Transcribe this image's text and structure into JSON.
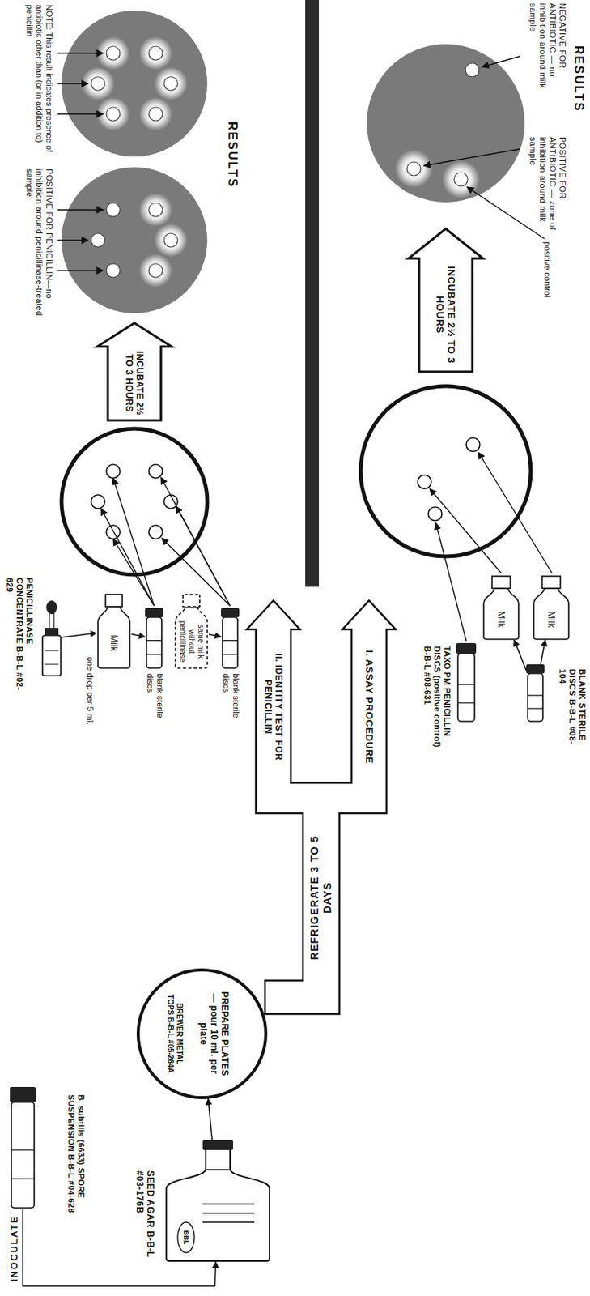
{
  "diagram": {
    "nodes": [
      {
        "text": [
          "INCUBATE 2½ TO 3 HOURS"
        ]
      },
      {
        "text": [
          "INCUBATE 2½ TO 3 HOURS"
        ]
      },
      {
        "text": [
          "Milk"
        ]
      },
      {
        "text": [
          "Milk"
        ]
      },
      {
        "text": [
          "BLANK STERILE DISCS B-B-L #08-104"
        ]
      },
      {
        "text": [
          "TAXO PM PENICILLIN DISCS (positive control) B-B-L #08-631"
        ]
      },
      {
        "text": [
          "REFRIGERATE 3 TO 5 DAYS",
          "I. ASSAY PROCEDURE",
          "II. IDENTITY TEST FOR PENICILLIN"
        ]
      },
      {
        "text": [
          "blank sterile discs"
        ]
      },
      {
        "text": [
          "same milk without penicillinase"
        ]
      },
      {
        "text": [
          "blank sterile discs"
        ]
      },
      {
        "text": [
          "Milk"
        ]
      },
      {
        "text": [
          "PENICILLINASE CONCENTRATE B-B-L #02-629"
        ]
      },
      {
        "text": [
          "PREPARE PLATES — pour 10 ml. per plate",
          "BREWER METAL TOPS B-B-L #05-264A"
        ]
      },
      {
        "text": [
          "SEED AGAR B-B-L #03-176B",
          "BBL"
        ]
      },
      {
        "text": [
          "B. subtilis (6633) SPORE SUSPENSION B-B-L #04-628"
        ]
      }
    ],
    "edges": [
      {
        "from": 4,
        "to": 2,
        "arrow": "to"
      },
      {
        "from": 4,
        "to": 3,
        "arrow": "to"
      },
      {
        "from": 8,
        "to": 7,
        "arrow": "to"
      },
      {
        "from": 10,
        "to": 9,
        "arrow": "to"
      },
      {
        "from": 11,
        "to": 10,
        "label": "one drop per 5 ml.",
        "arrow": "to"
      },
      {
        "from": 13,
        "to": 12,
        "arrow": "to"
      },
      {
        "from": 14,
        "to": 13,
        "label": "INOCULATE",
        "arrow": "to"
      }
    ],
    "labels": [
      "RESULTS",
      "NEGATIVE FOR ANTIBIOTIC — no inhibition around milk sample",
      "POSITIVE FOR ANTIBIOTIC — zone of inhibition around milk sample",
      "positive control",
      "RESULTS",
      "POSITIVE FOR PENICILLIN—no inhibition around penicillinase-treated sample",
      "NOTE: This result indicates presence of antibiotic other than (or in addition to) penicillin"
    ]
  }
}
